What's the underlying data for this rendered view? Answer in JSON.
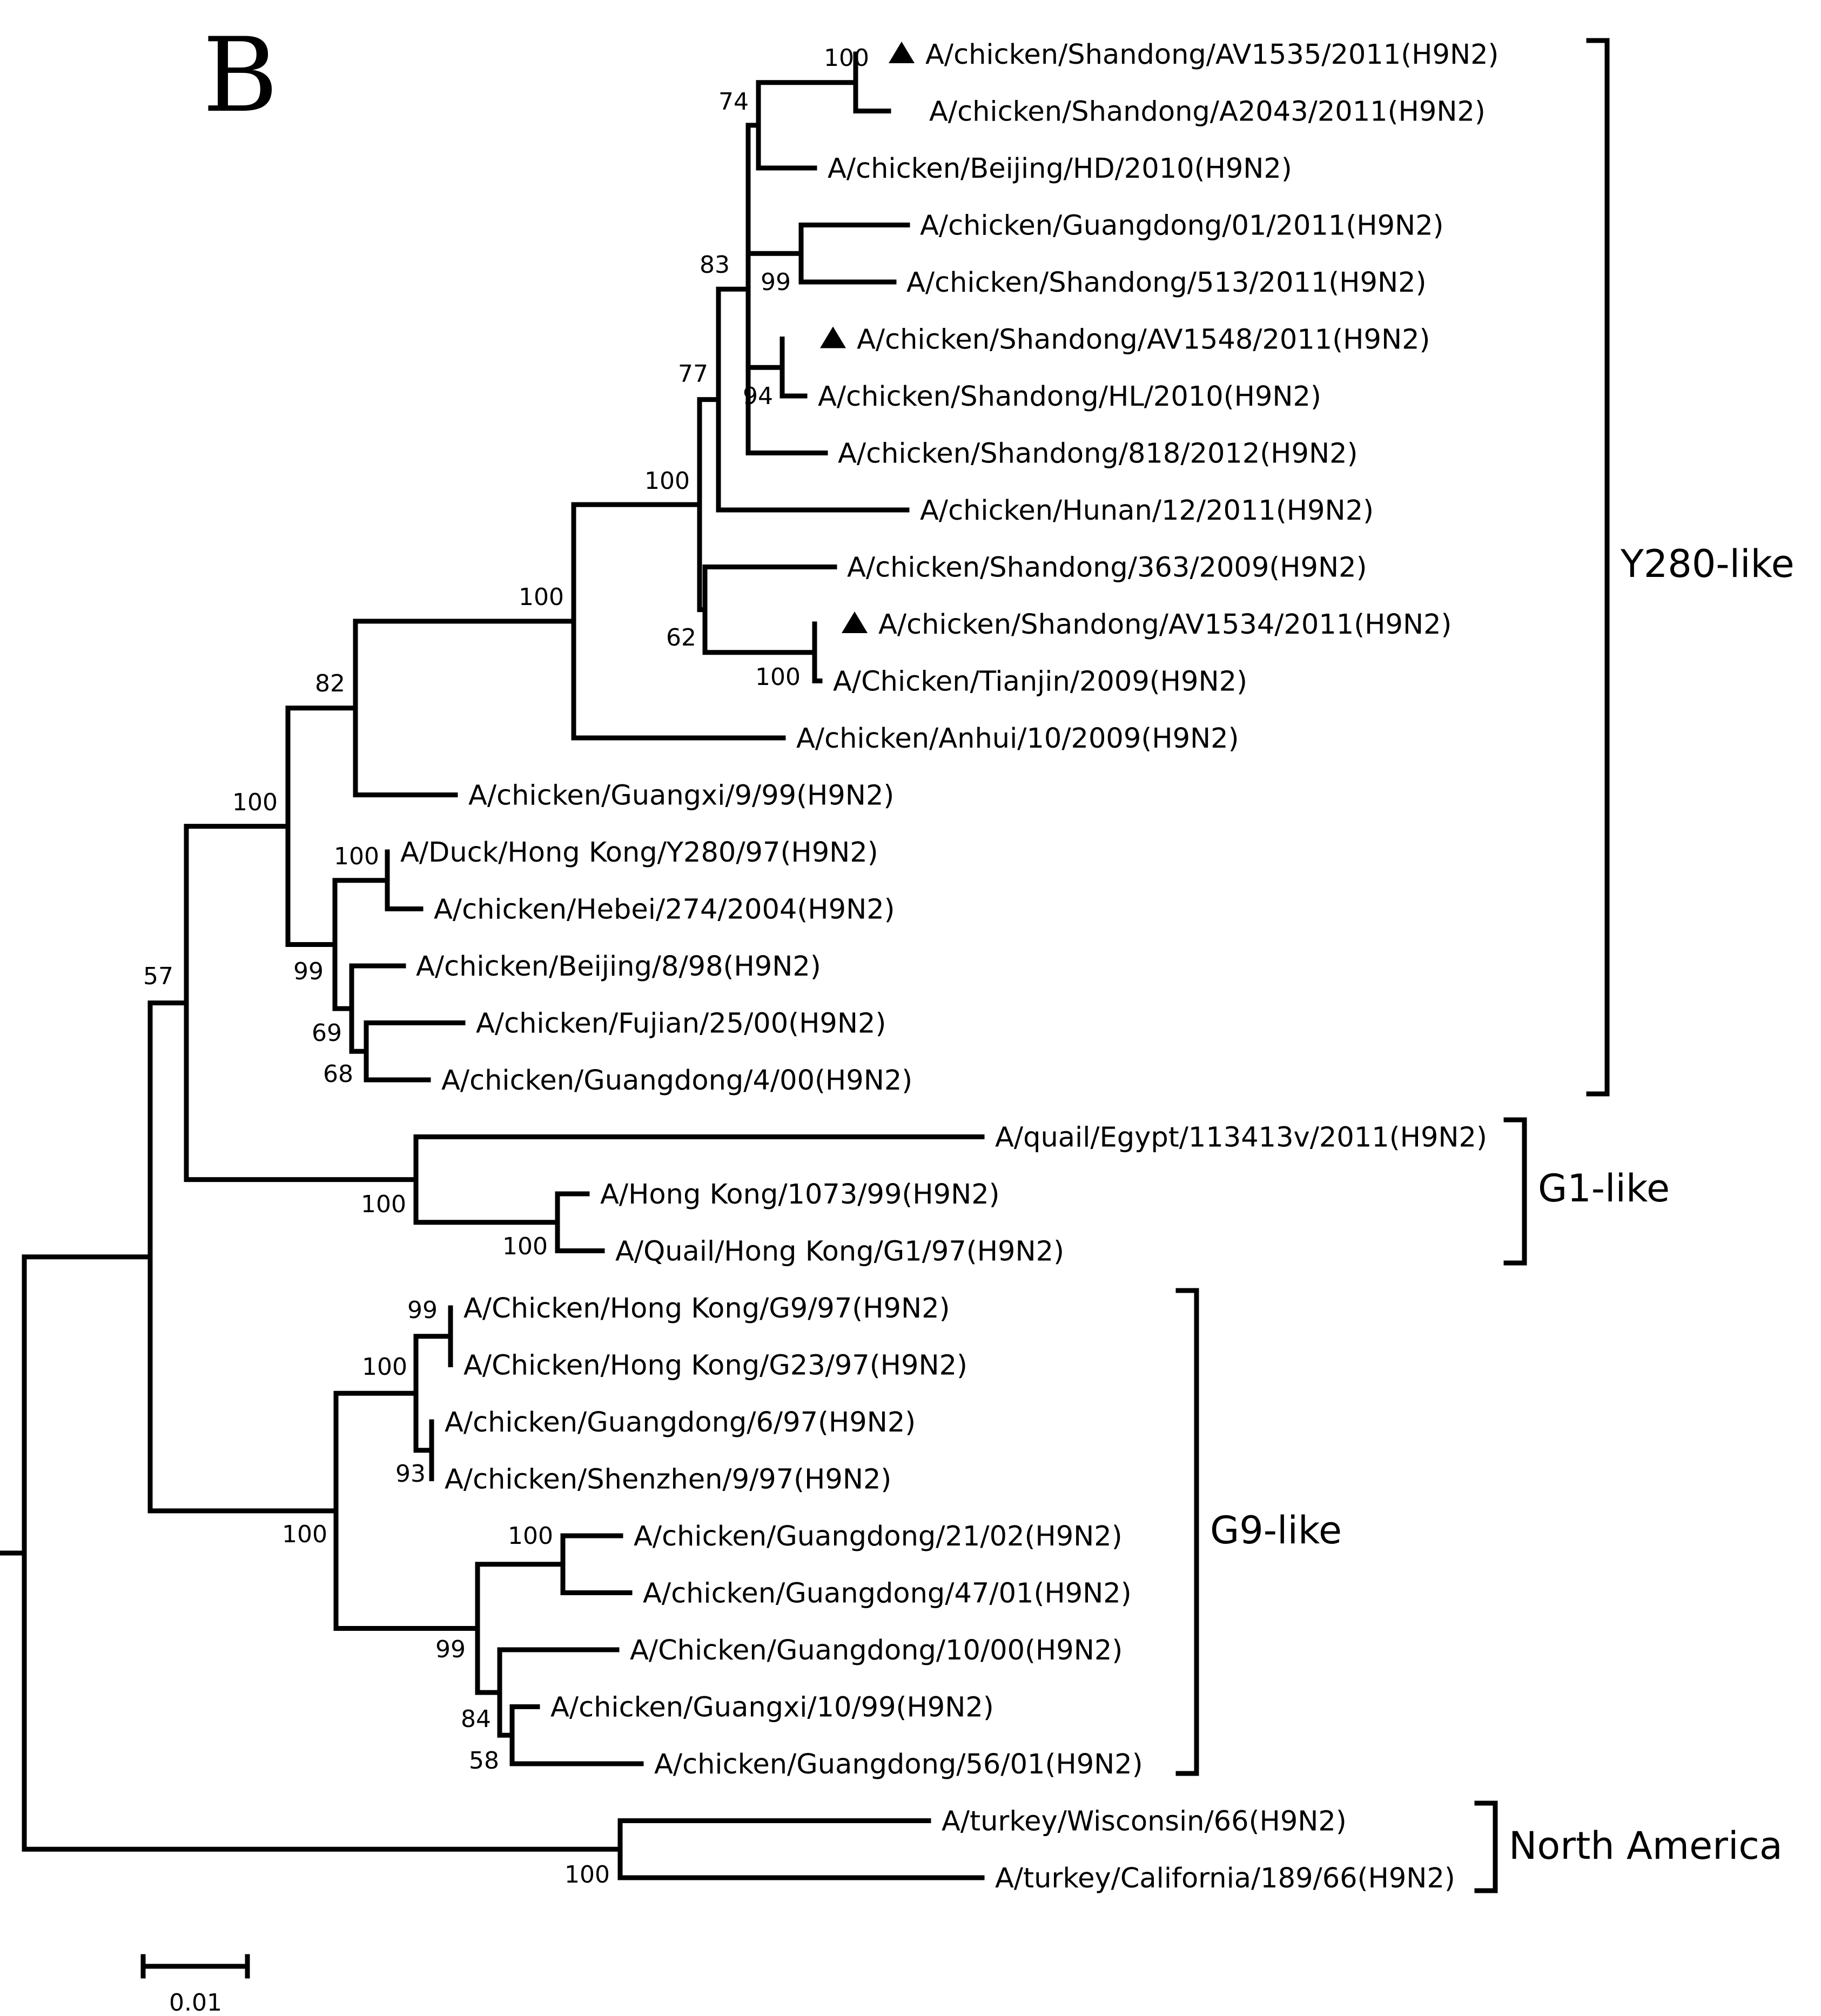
{
  "figure": {
    "panel_letter": "B",
    "scale_bar_label": "0.01"
  },
  "leaves": [
    {
      "id": "L0",
      "label": "A/chicken/Shandong/AV1535/2011(H9N2)",
      "marker": true
    },
    {
      "id": "L1",
      "label": "A/chicken/Shandong/A2043/2011(H9N2)",
      "marker": false
    },
    {
      "id": "L2",
      "label": "A/chicken/Beijing/HD/2010(H9N2)",
      "marker": false
    },
    {
      "id": "L3",
      "label": "A/chicken/Guangdong/01/2011(H9N2)",
      "marker": false
    },
    {
      "id": "L4",
      "label": "A/chicken/Shandong/513/2011(H9N2)",
      "marker": false
    },
    {
      "id": "L5",
      "label": "A/chicken/Shandong/AV1548/2011(H9N2)",
      "marker": true
    },
    {
      "id": "L6",
      "label": "A/chicken/Shandong/HL/2010(H9N2)",
      "marker": false
    },
    {
      "id": "L7",
      "label": "A/chicken/Shandong/818/2012(H9N2)",
      "marker": false
    },
    {
      "id": "L8",
      "label": "A/chicken/Hunan/12/2011(H9N2)",
      "marker": false
    },
    {
      "id": "L9",
      "label": "A/chicken/Shandong/363/2009(H9N2)",
      "marker": false
    },
    {
      "id": "L10",
      "label": "A/chicken/Shandong/AV1534/2011(H9N2)",
      "marker": true
    },
    {
      "id": "L11",
      "label": "A/Chicken/Tianjin/2009(H9N2)",
      "marker": false
    },
    {
      "id": "L12",
      "label": "A/chicken/Anhui/10/2009(H9N2)",
      "marker": false
    },
    {
      "id": "L13",
      "label": "A/chicken/Guangxi/9/99(H9N2)",
      "marker": false
    },
    {
      "id": "L14",
      "label": "A/Duck/Hong Kong/Y280/97(H9N2)",
      "marker": false
    },
    {
      "id": "L15",
      "label": "A/chicken/Hebei/274/2004(H9N2)",
      "marker": false
    },
    {
      "id": "L16",
      "label": "A/chicken/Beijing/8/98(H9N2)",
      "marker": false
    },
    {
      "id": "L17",
      "label": "A/chicken/Fujian/25/00(H9N2)",
      "marker": false
    },
    {
      "id": "L18",
      "label": "A/chicken/Guangdong/4/00(H9N2)",
      "marker": false
    },
    {
      "id": "L19",
      "label": "A/quail/Egypt/113413v/2011(H9N2)",
      "marker": false
    },
    {
      "id": "L20",
      "label": "A/Hong Kong/1073/99(H9N2)",
      "marker": false
    },
    {
      "id": "L21",
      "label": "A/Quail/Hong Kong/G1/97(H9N2)",
      "marker": false
    },
    {
      "id": "L22",
      "label": "A/Chicken/Hong Kong/G9/97(H9N2)",
      "marker": false
    },
    {
      "id": "L23",
      "label": "A/Chicken/Hong Kong/G23/97(H9N2)",
      "marker": false
    },
    {
      "id": "L24",
      "label": "A/chicken/Guangdong/6/97(H9N2)",
      "marker": false
    },
    {
      "id": "L25",
      "label": "A/chicken/Shenzhen/9/97(H9N2)",
      "marker": false
    },
    {
      "id": "L26",
      "label": "A/chicken/Guangdong/21/02(H9N2)",
      "marker": false
    },
    {
      "id": "L27",
      "label": "A/chicken/Guangdong/47/01(H9N2)",
      "marker": false
    },
    {
      "id": "L28",
      "label": "A/Chicken/Guangdong/10/00(H9N2)",
      "marker": false
    },
    {
      "id": "L29",
      "label": "A/chicken/Guangxi/10/99(H9N2)",
      "marker": false
    },
    {
      "id": "L30",
      "label": "A/chicken/Guangdong/56/01(H9N2)",
      "marker": false
    },
    {
      "id": "L31",
      "label": "A/turkey/Wisconsin/66(H9N2)",
      "marker": false
    },
    {
      "id": "L32",
      "label": "A/turkey/California/189/66(H9N2)",
      "marker": false
    }
  ],
  "bootstrap_values": {
    "n_sd_av1535_a2043": "100",
    "n_sd_top": "74",
    "n_gd01_sd513": "99",
    "n_y280_inner": "83",
    "n_av1548_hl": "94",
    "n_big_y280": "77",
    "n_y280_core": "100",
    "n_sd363_group": "62",
    "n_av1534_tj": "100",
    "n_y280_anhui": "100",
    "n_y280_gx": "82",
    "n_y280_all": "100",
    "n_duck_hebei": "100",
    "n_old_y280": "99",
    "n_bj_group": "69",
    "n_fj_gd4": "68",
    "n_y280_g1": "57",
    "n_g1_clade": "100",
    "n_hk1073_quail": "100",
    "n_g9_g23": "99",
    "n_g9_early": "100",
    "n_gd6_sz": "93",
    "n_g9_all": "100",
    "n_gd21_gd47": "100",
    "n_g9_late": "99",
    "n_gd10_group": "84",
    "n_gx_gd56": "58",
    "n_north_america": "100"
  },
  "clades": [
    {
      "id": "y280",
      "label": "Y280-like"
    },
    {
      "id": "g1",
      "label": "G1-like"
    },
    {
      "id": "g9",
      "label": "G9-like"
    },
    {
      "id": "na",
      "label": "North America"
    }
  ]
}
